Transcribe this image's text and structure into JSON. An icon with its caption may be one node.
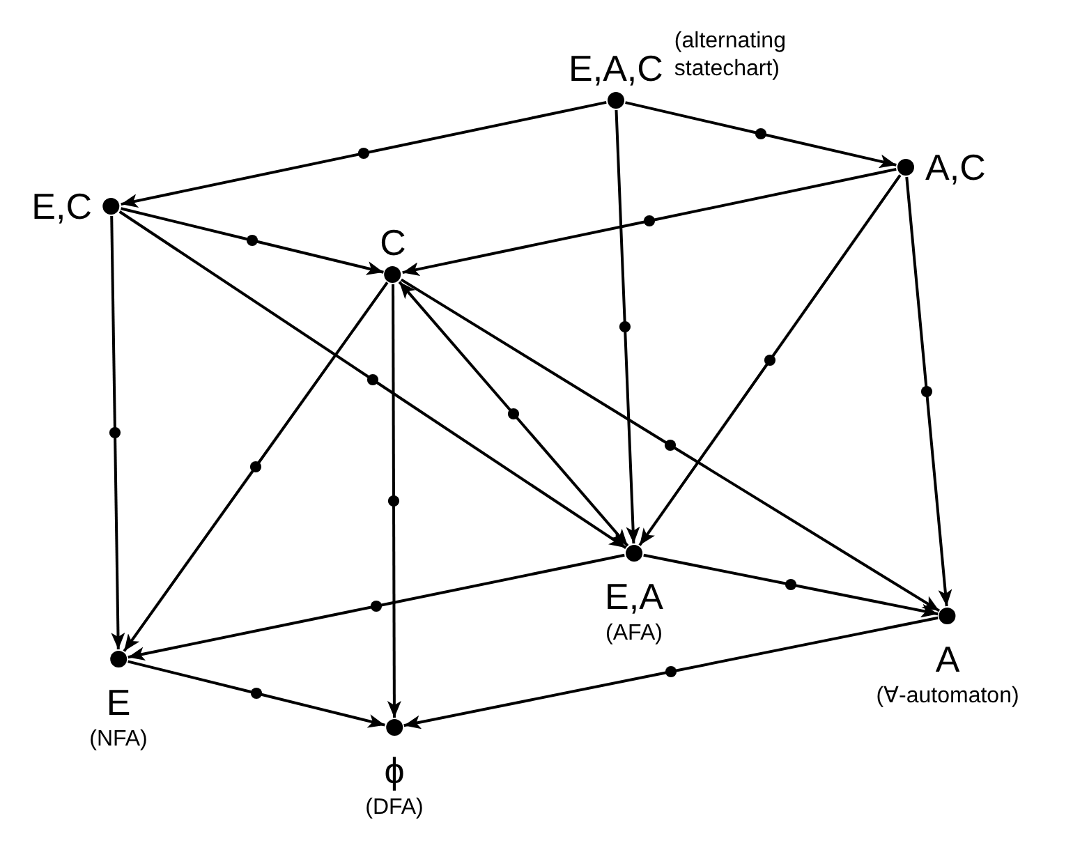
{
  "diagram": {
    "nodes": [
      {
        "text": [
          "E,A,C"
        ],
        "beside": [
          "(alternating statechart)"
        ]
      },
      {
        "text": [
          "A,C"
        ]
      },
      {
        "text": [
          "E,C"
        ]
      },
      {
        "text": [
          "C"
        ]
      },
      {
        "text": [
          "E,A"
        ],
        "beside": [
          "(AFA)"
        ]
      },
      {
        "text": [
          "A"
        ],
        "beside": [
          "(∀-automaton)"
        ]
      },
      {
        "text": [
          "E"
        ],
        "beside": [
          "(NFA)"
        ]
      },
      {
        "text": [
          "ϕ"
        ],
        "beside": [
          "(DFA)"
        ]
      }
    ],
    "edges": [
      {
        "from": 0,
        "to": 2,
        "arrow": "to"
      },
      {
        "from": 0,
        "to": 1,
        "arrow": "to"
      },
      {
        "from": 0,
        "to": 4,
        "arrow": "to"
      },
      {
        "from": 1,
        "to": 3,
        "arrow": "to"
      },
      {
        "from": 1,
        "to": 4,
        "arrow": "to"
      },
      {
        "from": 1,
        "to": 5,
        "arrow": "to"
      },
      {
        "from": 2,
        "to": 3,
        "arrow": "to"
      },
      {
        "from": 2,
        "to": 6,
        "arrow": "to"
      },
      {
        "from": 2,
        "to": 4,
        "arrow": "to"
      },
      {
        "from": 3,
        "to": 6,
        "arrow": "to"
      },
      {
        "from": 3,
        "to": 7,
        "arrow": "to"
      },
      {
        "from": 3,
        "to": 4,
        "arrow": "both"
      },
      {
        "from": 3,
        "to": 5,
        "arrow": "to"
      },
      {
        "from": 4,
        "to": 6,
        "arrow": "to"
      },
      {
        "from": 4,
        "to": 5,
        "arrow": "to"
      },
      {
        "from": 6,
        "to": 7,
        "arrow": "to"
      },
      {
        "from": 5,
        "to": 7,
        "arrow": "to"
      }
    ]
  }
}
